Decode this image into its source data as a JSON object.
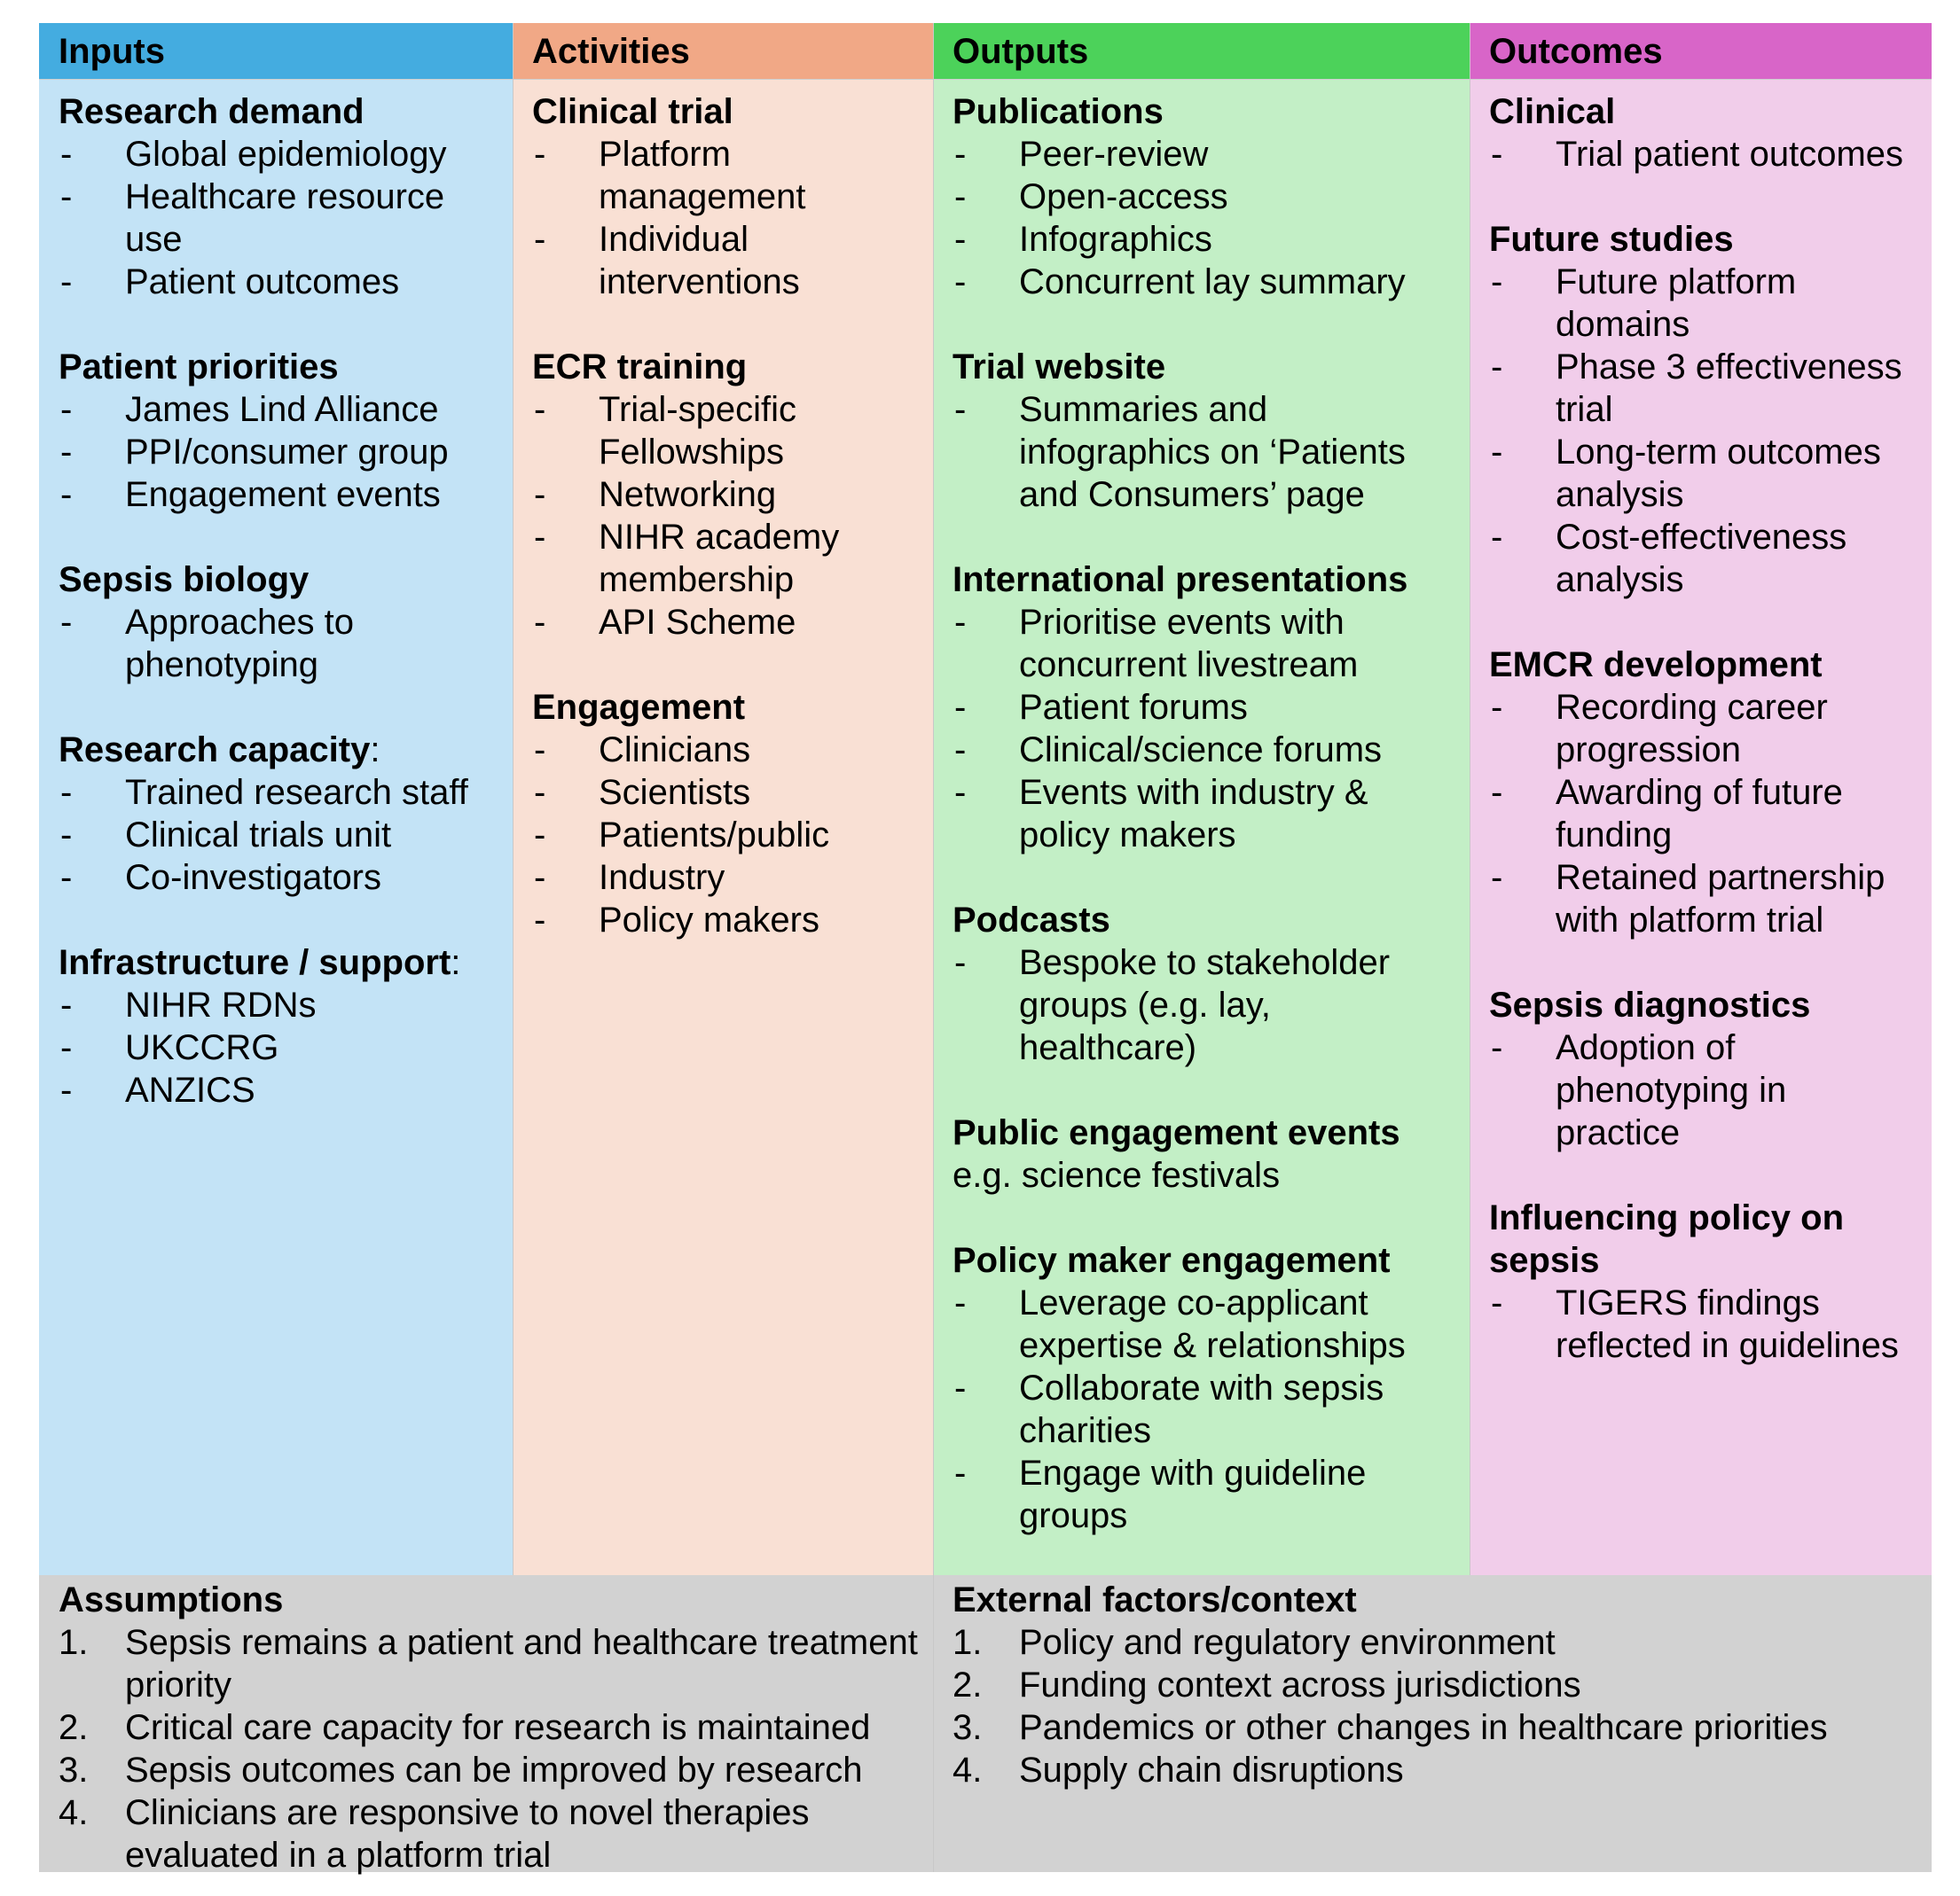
{
  "colors": {
    "inputs_header": "#44ace0",
    "inputs_body": "#c3e3f6",
    "activities_header": "#f1a886",
    "activities_body": "#f9e0d4",
    "outputs_header": "#4cd25a",
    "outputs_body": "#c3efc6",
    "outcomes_header": "#d865c8",
    "outcomes_body": "#f1cdea",
    "footer": "#d2d2d2"
  },
  "columns": [
    {
      "header": "Inputs",
      "sections": [
        {
          "title": "Research demand",
          "items": [
            "Global epidemiology",
            "Healthcare resource use",
            "Patient outcomes"
          ]
        },
        {
          "title": "Patient priorities",
          "items": [
            "James Lind Alliance",
            "PPI/consumer group",
            "Engagement events"
          ]
        },
        {
          "title": "Sepsis biology",
          "items": [
            "Approaches to phenotyping"
          ]
        },
        {
          "title": "Research capacity",
          "suffix": ":",
          "items": [
            "Trained research staff",
            "Clinical trials unit",
            "Co-investigators"
          ]
        },
        {
          "title": "Infrastructure / support",
          "suffix": ":",
          "items": [
            "NIHR RDNs",
            "UKCCRG",
            "ANZICS"
          ]
        }
      ]
    },
    {
      "header": "Activities",
      "sections": [
        {
          "title": "Clinical trial",
          "items": [
            "Platform management",
            "Individual interventions"
          ]
        },
        {
          "title": "ECR training",
          "items": [
            "Trial-specific Fellowships",
            "Networking",
            "NIHR academy membership",
            "API Scheme"
          ]
        },
        {
          "title": "Engagement",
          "items": [
            "Clinicians",
            "Scientists",
            "Patients/public",
            "Industry",
            "Policy makers"
          ]
        }
      ]
    },
    {
      "header": "Outputs",
      "sections": [
        {
          "title": "Publications",
          "items": [
            "Peer-review",
            "Open-access",
            "Infographics",
            "Concurrent lay summary"
          ]
        },
        {
          "title": "Trial website",
          "items": [
            "Summaries and infographics on ‘Patients and Consumers’ page"
          ]
        },
        {
          "title": "International presentations",
          "items": [
            "Prioritise events with concurrent livestream",
            "Patient forums",
            "Clinical/science forums",
            "Events with industry & policy makers"
          ]
        },
        {
          "title": "Podcasts",
          "items": [
            "Bespoke to stakeholder groups (e.g. lay, healthcare)"
          ]
        },
        {
          "title": "Public engagement events",
          "text": "e.g. science festivals"
        },
        {
          "title": "Policy maker engagement",
          "items": [
            "Leverage co-applicant expertise & relationships",
            "Collaborate with sepsis charities",
            "Engage with guideline groups"
          ]
        }
      ]
    },
    {
      "header": "Outcomes",
      "sections": [
        {
          "title": "Clinical",
          "items": [
            "Trial patient outcomes"
          ]
        },
        {
          "title": "Future studies",
          "items": [
            "Future platform domains",
            "Phase 3 effectiveness trial",
            "Long-term outcomes analysis",
            "Cost-effectiveness analysis"
          ]
        },
        {
          "title": "EMCR development",
          "items": [
            "Recording career progression",
            "Awarding of future funding",
            "Retained partnership with platform trial"
          ]
        },
        {
          "title": "Sepsis diagnostics",
          "items": [
            "Adoption of phenotyping in practice"
          ]
        },
        {
          "title": "Influencing policy on sepsis",
          "items": [
            "TIGERS findings reflected in guidelines"
          ]
        }
      ]
    }
  ],
  "assumptions": {
    "title": "Assumptions",
    "items": [
      {
        "num": "1.",
        "text": "Sepsis remains a patient and healthcare treatment priority"
      },
      {
        "num": "2.",
        "text": "Critical care capacity for research is maintained"
      },
      {
        "num": "3.",
        "text": "Sepsis outcomes can be improved by research"
      },
      {
        "num": "4.",
        "text": "Clinicians are responsive to novel therapies evaluated in a platform trial"
      }
    ]
  },
  "external": {
    "title": "External factors/context",
    "items": [
      {
        "num": "1.",
        "text": "Policy and regulatory environment"
      },
      {
        "num": "2.",
        "text": "Funding context across jurisdictions"
      },
      {
        "num": "3.",
        "text": "Pandemics or other changes in healthcare priorities"
      },
      {
        "num": "4.",
        "text": "Supply chain disruptions"
      }
    ]
  }
}
